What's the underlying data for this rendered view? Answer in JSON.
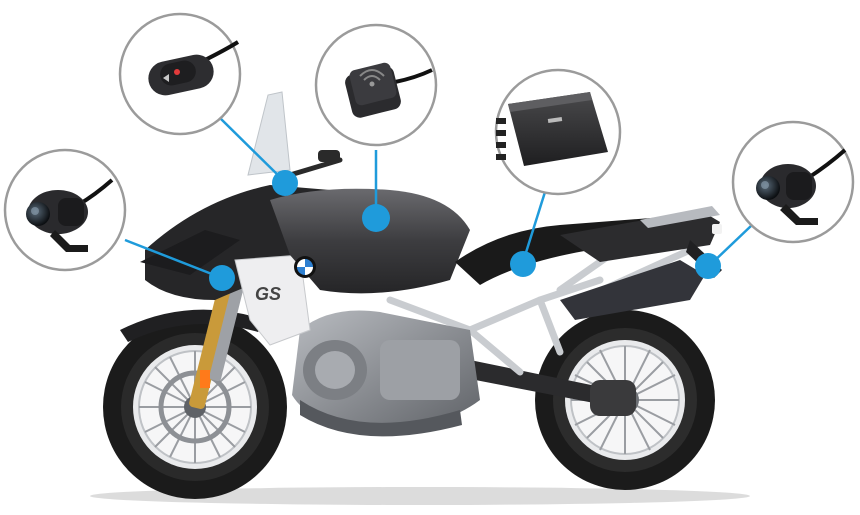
{
  "scene": {
    "subject": "motorcycle-with-dashcam-system",
    "bike_badge_text": "GS",
    "callout_color": "#1f9bdb",
    "bike_colors": {
      "body": "#2a2a2c",
      "tank": "#4b4b4e",
      "frame": "#c9ccd0",
      "engine": "#8e9196",
      "tire": "#1b1b1b"
    }
  },
  "callouts": [
    {
      "id": "front-camera",
      "icon": "bullet-camera-icon"
    },
    {
      "id": "wired-remote",
      "icon": "remote-button-icon"
    },
    {
      "id": "gps-module",
      "icon": "gps-antenna-icon"
    },
    {
      "id": "dvr-unit",
      "icon": "recorder-box-icon"
    },
    {
      "id": "rear-camera",
      "icon": "bullet-camera-icon"
    }
  ]
}
